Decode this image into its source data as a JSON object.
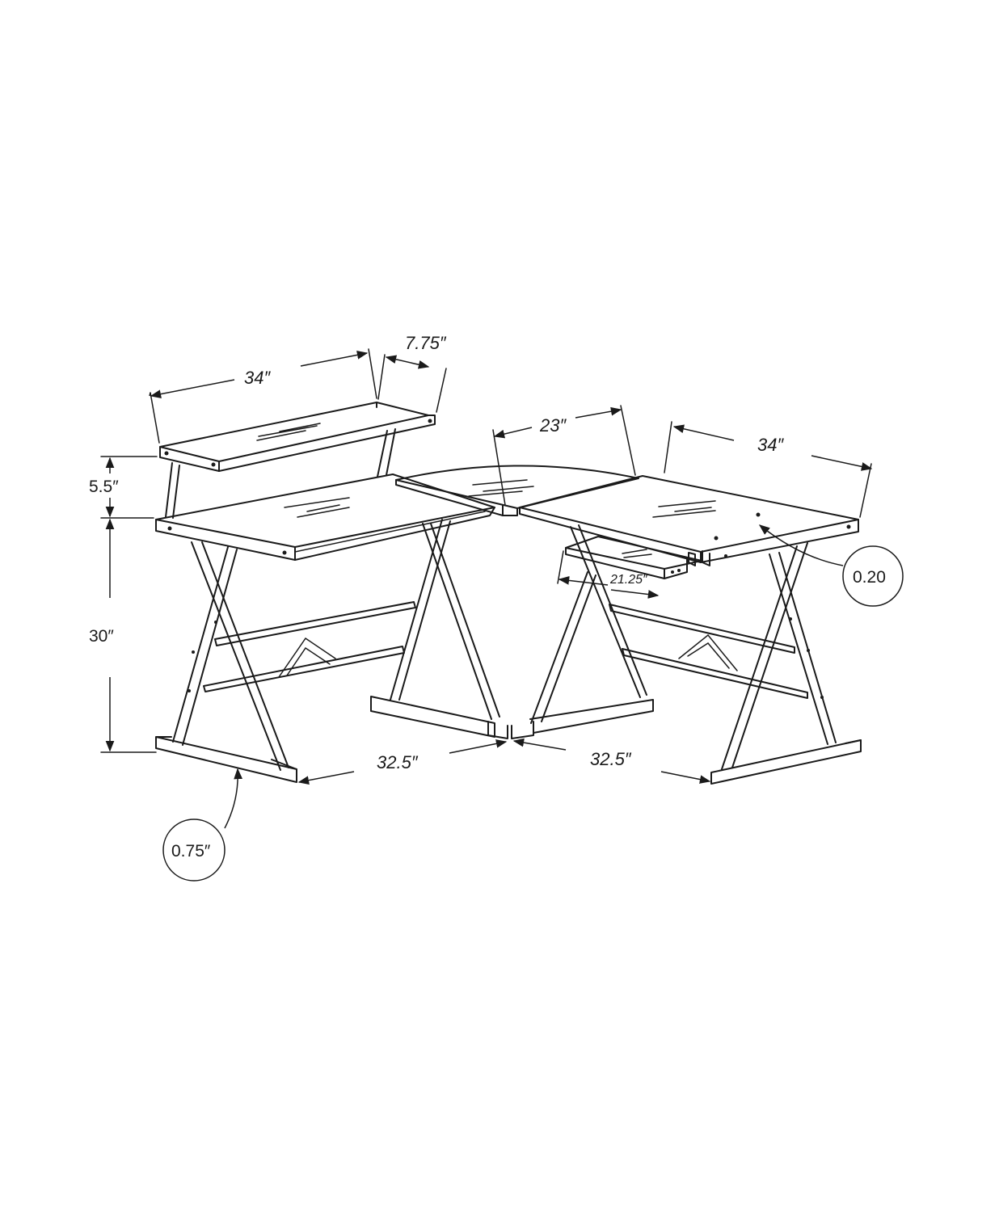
{
  "dimensions": {
    "hutch_width": "34″",
    "hutch_depth": "7.75″",
    "corner_width": "23″",
    "right_desk_width": "34″",
    "hutch_height": "5.5″",
    "desk_height": "30″",
    "left_depth": "32.5″",
    "right_depth": "32.5″",
    "keyboard_tray_width": "21.25″",
    "glass_thickness": "0.20",
    "leg_thickness": "0.75″"
  }
}
